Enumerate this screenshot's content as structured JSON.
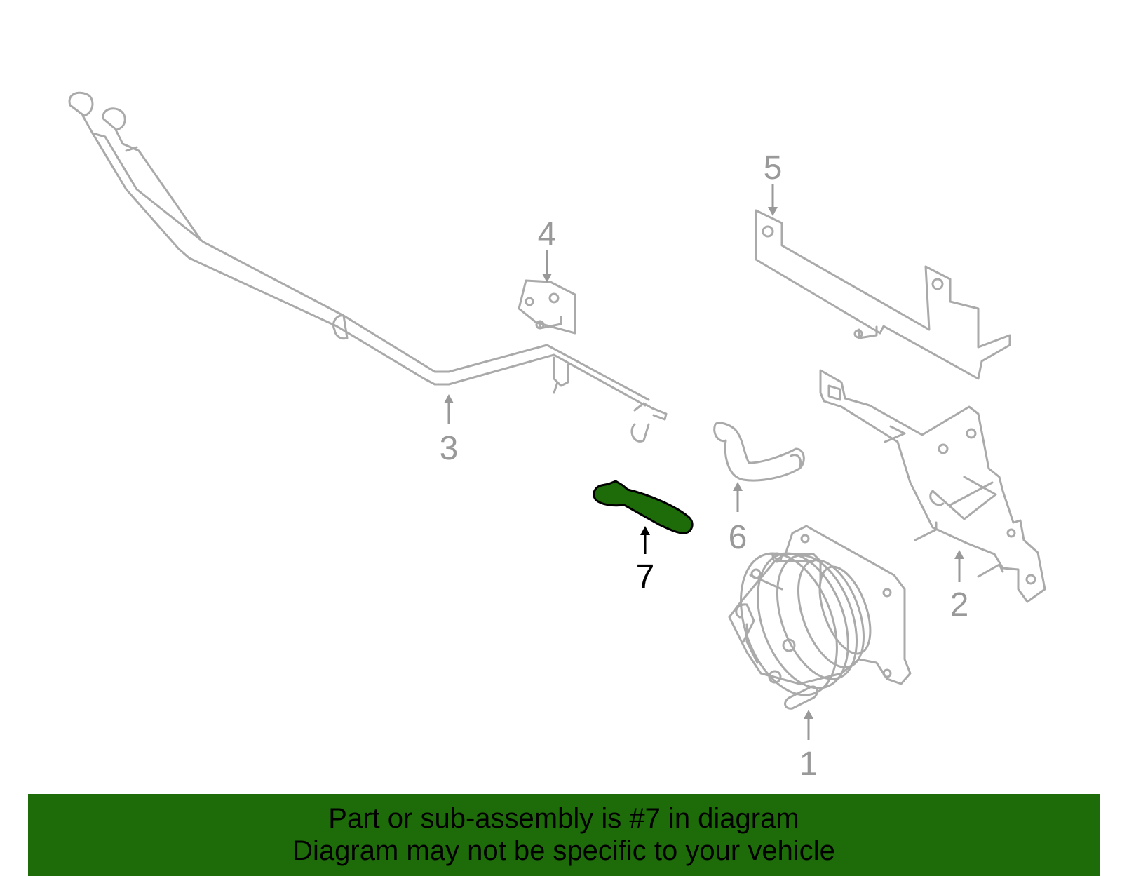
{
  "diagram": {
    "highlighted_part": "7",
    "callouts": [
      {
        "id": "1",
        "label": "1"
      },
      {
        "id": "2",
        "label": "2"
      },
      {
        "id": "3",
        "label": "3"
      },
      {
        "id": "4",
        "label": "4"
      },
      {
        "id": "5",
        "label": "5"
      },
      {
        "id": "6",
        "label": "6"
      },
      {
        "id": "7",
        "label": "7"
      }
    ],
    "colors": {
      "part_line": "#aaaaaa",
      "callout_gray": "#999999",
      "highlight_fill": "#1e6b0a",
      "banner_bg": "#1e6b0a"
    }
  },
  "banner": {
    "line1": "Part or sub-assembly is #7 in diagram",
    "line2": "Diagram may not be specific to your vehicle"
  }
}
